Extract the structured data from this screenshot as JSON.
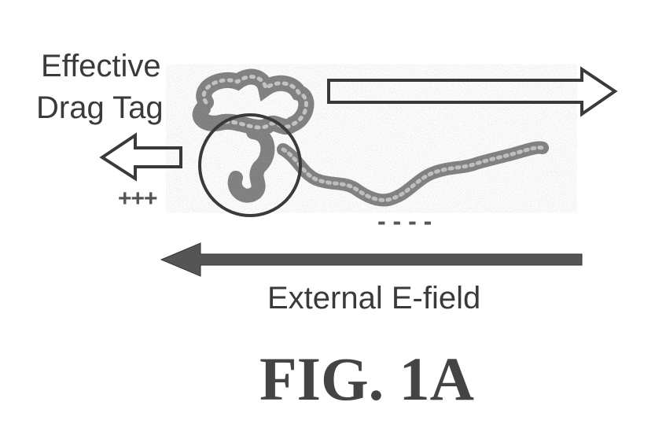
{
  "label_drag_tag_line1": "Effective",
  "label_drag_tag_line2": "Drag Tag",
  "label_field": "External E-field",
  "label_positive": "+++",
  "label_negative": "- - - -",
  "figure_caption": "FIG. 1A",
  "colors": {
    "ink": "#3a3a3a",
    "chain": "#8a8a8a",
    "arrow_fill": "#555555"
  }
}
